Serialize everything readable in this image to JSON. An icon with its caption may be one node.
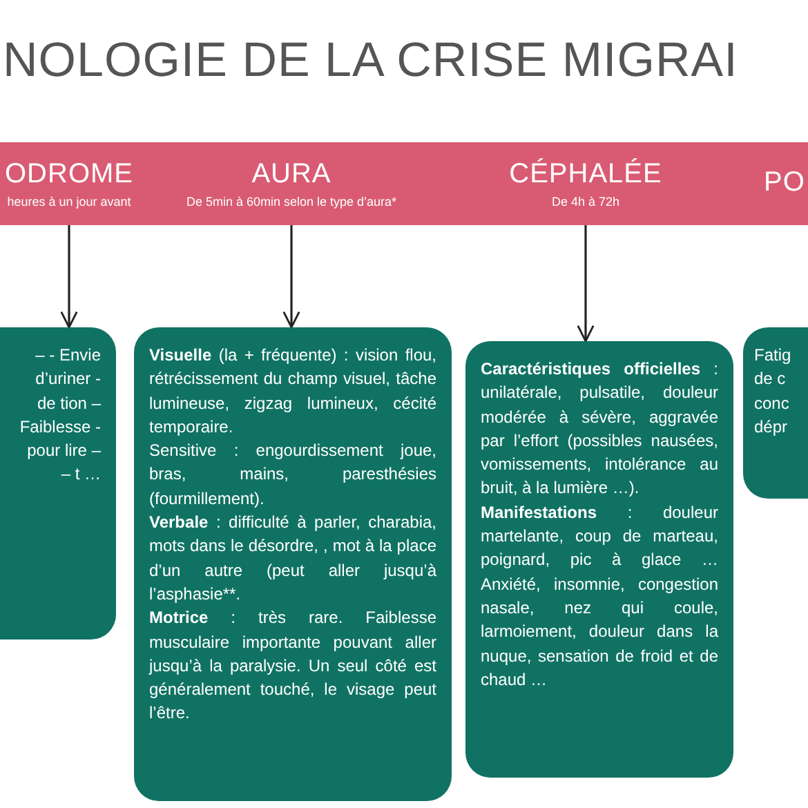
{
  "diagram": {
    "title": "NOLOGIE DE LA CRISE MIGRAI",
    "nodes": [
      {
        "text": [],
        "shape": "bar"
      },
      {
        "text": [
          "ODROME",
          "heures à un jour avant"
        ],
        "in": 0
      },
      {
        "text": [
          "AURA",
          "De 5min à 60min selon le type d’aura*"
        ],
        "in": 0
      },
      {
        "text": [
          "CÉPHALÉE",
          "De 4h à 72h"
        ],
        "in": 0
      },
      {
        "text": [
          "PO"
        ],
        "in": 0
      },
      {
        "text": [
          "– - Envie d’uriner - de tion – Faiblesse - pour lire – – t …"
        ]
      },
      {
        "text": [
          "**Visuelle** (la + fréquente) : vision flou, rétrécissement du champ visuel, tâche lumineuse, zigzag lumineux, cécité temporaire.",
          "Sensitive : engourdissement joue, bras, mains, paresthésies (fourmillement).",
          "**Verbale** : difficulté à parler, charabia, mots dans le désordre, , mot à la place d’un autre (peut aller jusqu’à l’asphasie**.",
          "**Motrice** : très rare. Faiblesse musculaire importante pouvant aller jusqu’à la paralysie. Un seul côté est généralement touché, le visage peut l’être."
        ]
      },
      {
        "text": [
          "**Caractéristiques officielles** : unilatérale, pulsatile, douleur modérée à sévère, aggravée par l’effort (possibles nausées, vomissements, intolérance au bruit, à la lumière …).",
          "**Manifestations** : douleur martelante, coup de marteau, poignard, pic à glace … Anxiété, insomnie, congestion nasale, nez qui coule, larmoiement, douleur dans la nuque, sensation de froid et de chaud …"
        ]
      },
      {
        "text": [
          "Fatig de c conc dépr"
        ]
      }
    ],
    "edges": [
      {
        "from": 1,
        "to": 5,
        "arrow": "to"
      },
      {
        "from": 2,
        "to": 6,
        "arrow": "to"
      },
      {
        "from": 3,
        "to": 7,
        "arrow": "to"
      }
    ]
  }
}
